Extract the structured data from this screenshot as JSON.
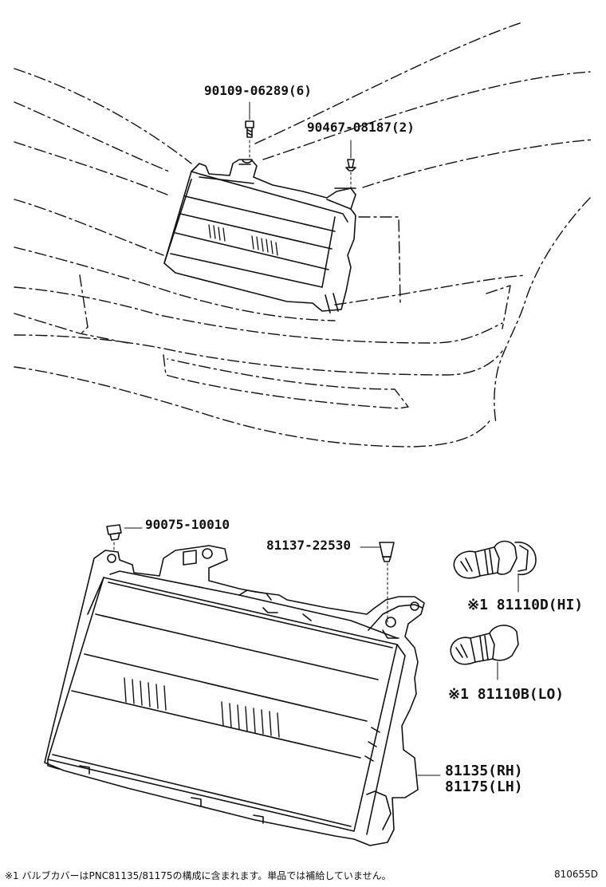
{
  "diagram": {
    "labels": {
      "bolt": "90109-06289(6)",
      "clip_upper": "90467-08187(2)",
      "nut": "90075-10010",
      "retainer": "81137-22530",
      "bulb_hi": "※1 81110D(HI)",
      "bulb_lo": "※1 81110B(LO)",
      "headlamp_rh": "81135(RH)",
      "headlamp_lh": "81175(LH)"
    },
    "footnote": "※1 バルブカバーはPNC81135/81175の構成に含まれます。単品では補給していません。",
    "code": "810655D"
  }
}
